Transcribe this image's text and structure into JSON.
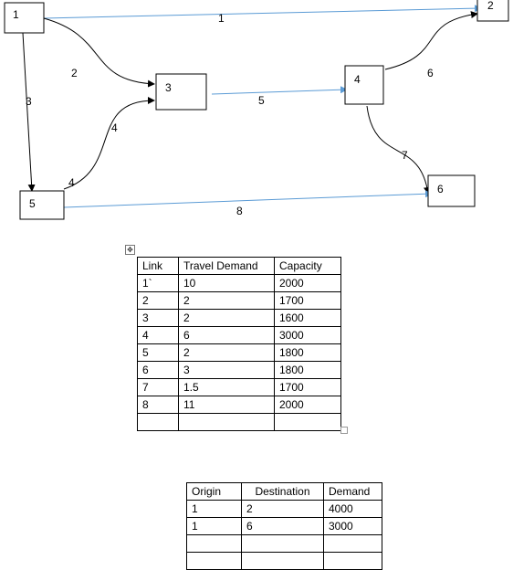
{
  "network": {
    "nodes": [
      {
        "id": "1",
        "label": "1"
      },
      {
        "id": "2",
        "label": "2"
      },
      {
        "id": "3",
        "label": "3"
      },
      {
        "id": "4",
        "label": "4"
      },
      {
        "id": "5",
        "label": "5"
      },
      {
        "id": "6",
        "label": "6"
      }
    ],
    "links": [
      {
        "label": "1",
        "from": "1",
        "to": "2",
        "color": "#5b9bd5"
      },
      {
        "label": "2",
        "from": "1",
        "to": "3",
        "color": "#000000"
      },
      {
        "label": "3",
        "from": "1",
        "to": "5",
        "color": "#000000"
      },
      {
        "label": "4",
        "from": "5",
        "to": "3",
        "color": "#000000"
      },
      {
        "label": "5",
        "from": "3",
        "to": "4",
        "color": "#5b9bd5"
      },
      {
        "label": "6",
        "from": "4",
        "to": "2",
        "color": "#000000"
      },
      {
        "label": "7",
        "from": "4",
        "to": "6",
        "color": "#000000"
      },
      {
        "label": "8",
        "from": "5",
        "to": "6",
        "color": "#5b9bd5"
      }
    ]
  },
  "link_table": {
    "headers": [
      "Link",
      "Travel Demand",
      "Capacity"
    ],
    "rows": [
      [
        "1`",
        "10",
        "2000"
      ],
      [
        "2",
        "2",
        "1700"
      ],
      [
        "3",
        "2",
        "1600"
      ],
      [
        "4",
        "6",
        "3000"
      ],
      [
        "5",
        "2",
        "1800"
      ],
      [
        "6",
        "3",
        "1800"
      ],
      [
        "7",
        "1.5",
        "1700"
      ],
      [
        "8",
        "11",
        "2000"
      ],
      [
        "",
        "",
        ""
      ]
    ]
  },
  "od_table": {
    "headers": [
      "Origin",
      "Destination",
      "Demand"
    ],
    "rows": [
      [
        "1",
        "2",
        "4000"
      ],
      [
        "1",
        "6",
        "3000"
      ],
      [
        "",
        "",
        ""
      ],
      [
        "",
        "",
        ""
      ]
    ]
  },
  "icons": {
    "table_move": "move-arrows-icon",
    "table_resize": "resize-handle-icon"
  },
  "colors": {
    "blue_link": "#5b9bd5",
    "black_link": "#000000"
  }
}
